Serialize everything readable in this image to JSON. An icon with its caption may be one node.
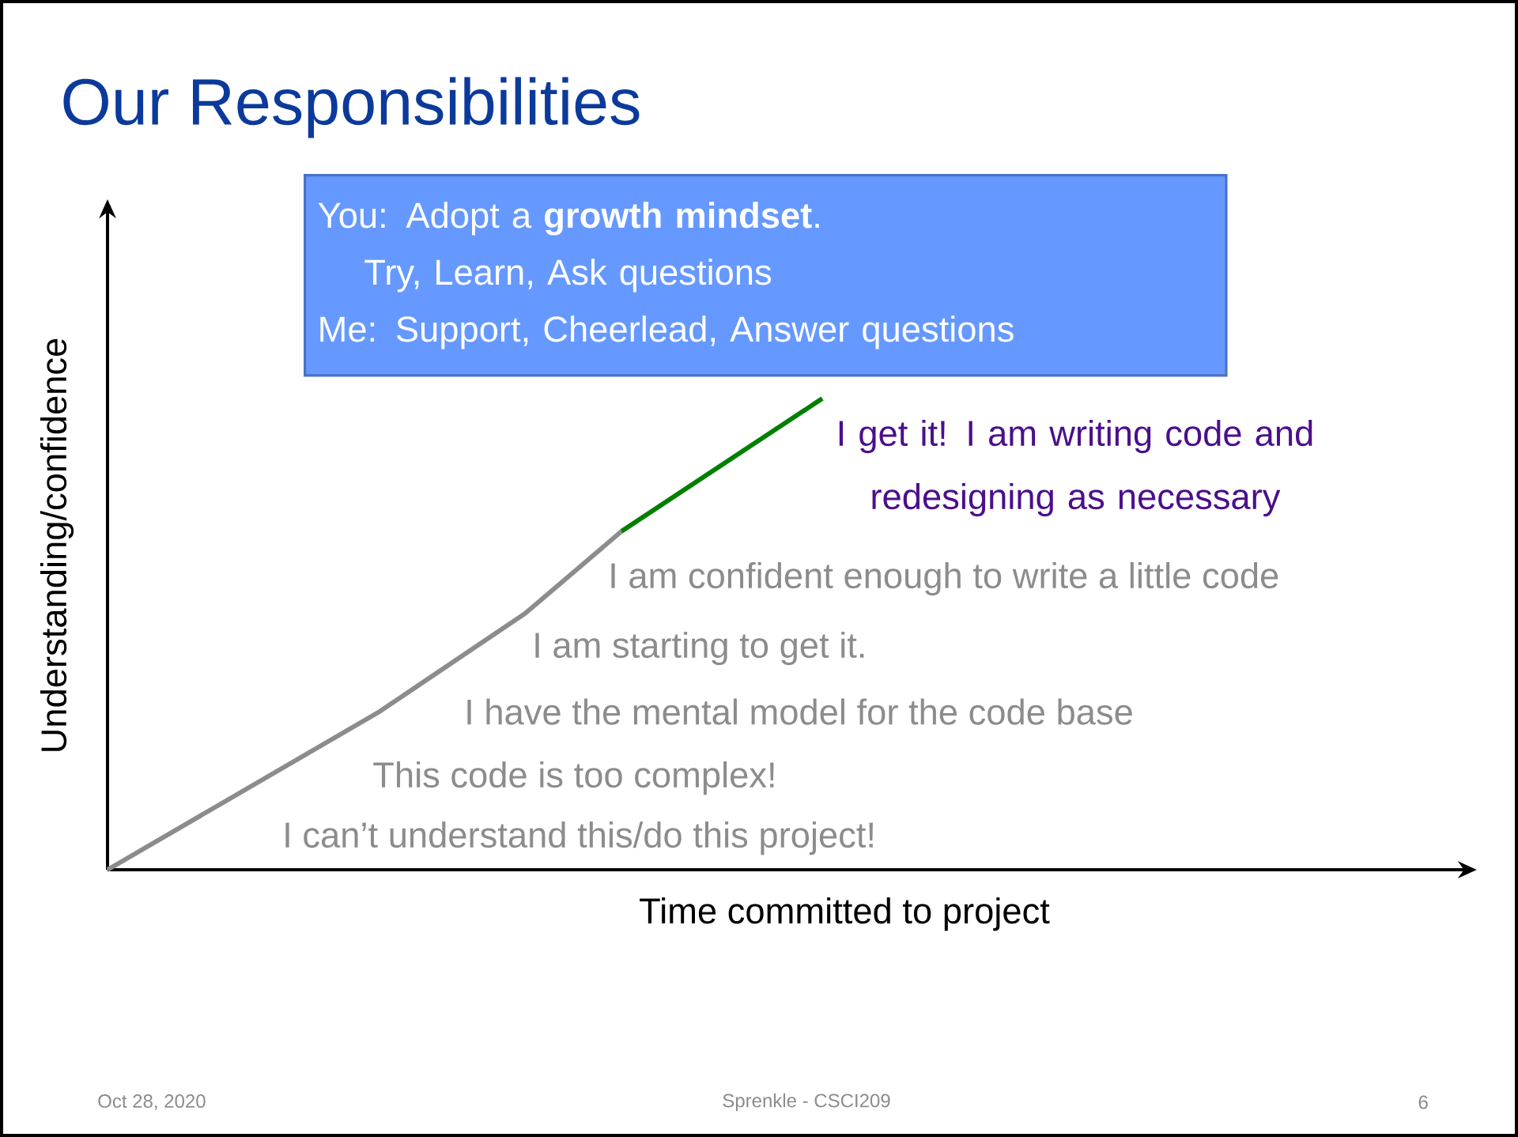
{
  "diagram": {
    "title": "Our Responsibilities",
    "nodes": [
      {
        "text": [
          "You: Adopt a **growth mindset**.",
          "Try, Learn, Ask questions",
          "Me: Support, Cheerlead, Answer questions"
        ]
      }
    ],
    "labels": [
      "Understanding/confidence",
      "I get it! I am writing code and redesigning as necessary",
      "I am confident enough to write a little code",
      "I am starting to get it.",
      "I have the mental model for the code base",
      "This code is too complex!",
      "I can’t understand this/do this project!",
      "Time committed to project",
      "Oct 28, 2020",
      "Sprenkle - CSCI209",
      "6"
    ]
  }
}
